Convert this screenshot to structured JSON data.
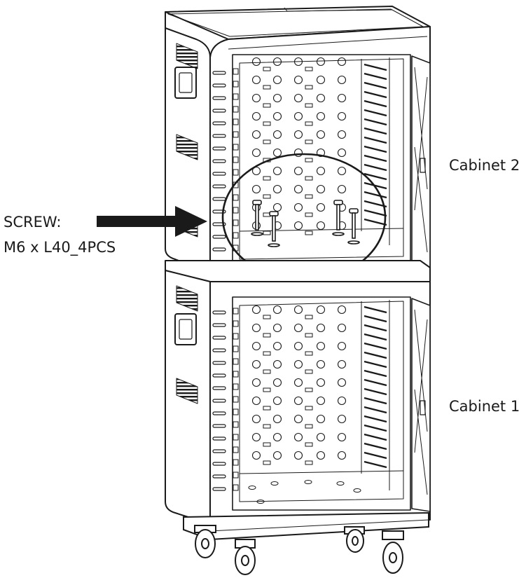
{
  "labels": {
    "cabinet_top": "Cabinet 2",
    "cabinet_bottom": "Cabinet 1",
    "screw_line1": "SCREW:",
    "screw_line2": "M6 x L40_4PCS"
  },
  "colors": {
    "ink": "#1a1a1a",
    "background": "#ffffff"
  },
  "parts": {
    "screw_count": 4,
    "caster_count": 4
  }
}
